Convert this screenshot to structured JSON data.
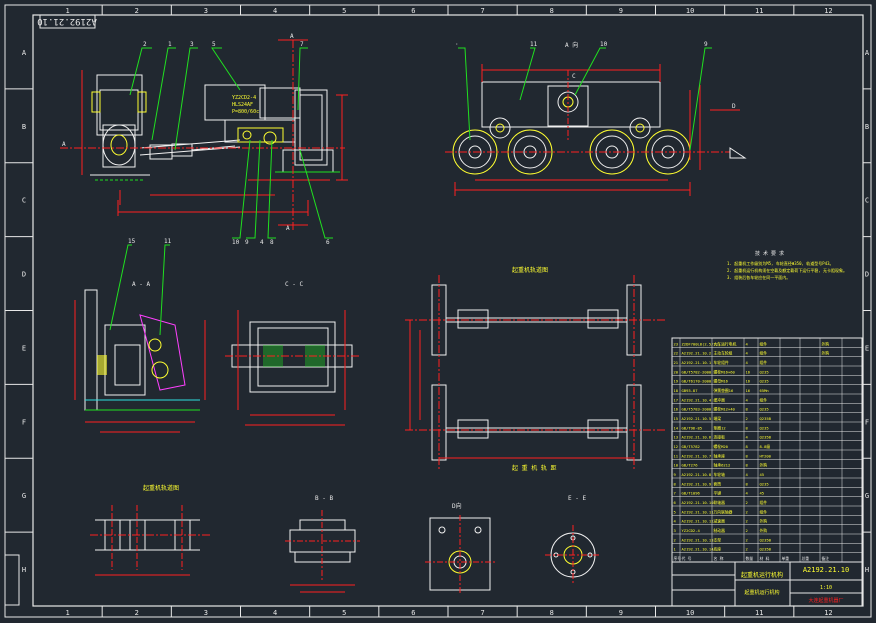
{
  "frame": {
    "columns": [
      "1",
      "2",
      "3",
      "4",
      "5",
      "6",
      "7",
      "8",
      "9",
      "10",
      "11",
      "12"
    ],
    "rows": [
      "A",
      "B",
      "C",
      "D",
      "E",
      "F",
      "G",
      "H"
    ]
  },
  "corner_code": "A2192.21.10",
  "colors": {
    "background": "#212830",
    "frame": "#e8e8e8",
    "geometry": "#f0f0f0",
    "dimension": "#ff2020",
    "leader": "#20e020",
    "accent": "#ffff30",
    "cyan": "#30e0e0",
    "magenta": "#ff40ff"
  },
  "views": {
    "front": {
      "leaders": [
        "2",
        "1",
        "3",
        "5",
        "10",
        "9",
        "4",
        "8",
        "6",
        "7"
      ],
      "section_mark": "A",
      "side_mark": "A",
      "tag_lines": [
        "YZ2CD2-4",
        "HLS24AF",
        "P=800/60c"
      ]
    },
    "top": {
      "label": "A 向",
      "leaders": [
        "11",
        "10",
        "9"
      ],
      "mark_c": "C",
      "mark_d": "D"
    },
    "section_aa": {
      "label": "A - A",
      "leaders": [
        "15",
        "11"
      ]
    },
    "section_cc": {
      "label": "C - C"
    },
    "plan": {
      "label": "起重机轨道图",
      "dim_label": "起 重 机 轨 距"
    },
    "detail1": {
      "label": "起重机轨道图"
    },
    "section_bb": {
      "label": "B - B"
    },
    "detail_d": {
      "label": "D向"
    },
    "section_ee": {
      "label": "E - E"
    }
  },
  "tech_requirements": {
    "title": "技 术 要 求",
    "lines": [
      "1. 起重机工作级别为M5, 车轮直径Φ350, 轨道型号P43。",
      "2. 起重机运行机构须在空载及额定载荷下运行平稳, 无卡阻现象。",
      "3. 组装后各车轮应在同一平面内。"
    ]
  },
  "bom": {
    "rows": [
      [
        "23",
        "Z2DF700L8(2.5/12)",
        "大车运行电机",
        "4",
        "组件",
        "",
        "",
        "外购"
      ],
      [
        "22",
        "A2192.21.10.2",
        "主动车轮组",
        "4",
        "组件",
        "",
        "",
        "外购"
      ],
      [
        "21",
        "A2192.21.10.1",
        "车轮组件",
        "4",
        "组件",
        "",
        "",
        ""
      ],
      [
        "20",
        "GB/T5782-2000",
        "螺栓M16×60",
        "16",
        "Q235",
        "",
        "",
        ""
      ],
      [
        "19",
        "GB/T6170-2000",
        "螺母M16",
        "16",
        "Q235",
        "",
        "",
        ""
      ],
      [
        "18",
        "GB93-87",
        "弹簧垫圈16",
        "16",
        "65Mn",
        "",
        "",
        ""
      ],
      [
        "17",
        "A2192.21.10.4",
        "缓冲器",
        "4",
        "组件",
        "",
        "",
        ""
      ],
      [
        "16",
        "GB/T5783-2000",
        "螺栓M12×40",
        "8",
        "Q235",
        "",
        "",
        ""
      ],
      [
        "15",
        "A2192.21.10.5",
        "端梁",
        "2",
        "Q235B",
        "",
        "",
        ""
      ],
      [
        "14",
        "GB/T96-85",
        "垫圈12",
        "8",
        "Q235",
        "",
        "",
        ""
      ],
      [
        "13",
        "A2192.21.10.6",
        "连接板",
        "4",
        "Q235B",
        "",
        "",
        ""
      ],
      [
        "12",
        "GB/T5782",
        "螺栓M20",
        "8",
        "8.8级",
        "",
        "",
        ""
      ],
      [
        "11",
        "A2192.21.10.7",
        "轴承座",
        "8",
        "HT200",
        "",
        "",
        ""
      ],
      [
        "10",
        "GB/T276",
        "轴承6212",
        "8",
        "外购",
        "",
        "",
        ""
      ],
      [
        "9",
        "A2192.21.10.8",
        "车轮轴",
        "4",
        "45",
        "",
        "",
        ""
      ],
      [
        "8",
        "A2192.21.10.9",
        "套筒",
        "8",
        "Q235",
        "",
        "",
        ""
      ],
      [
        "7",
        "GB/T1096",
        "平键",
        "4",
        "45",
        "",
        "",
        ""
      ],
      [
        "6",
        "A2192.21.10.10",
        "联轴器",
        "2",
        "组件",
        "",
        "",
        ""
      ],
      [
        "5",
        "A2192.21.10.11",
        "万向联轴器",
        "2",
        "组件",
        "",
        "",
        ""
      ],
      [
        "4",
        "A2192.21.10.12",
        "减速器",
        "2",
        "外购",
        "",
        "",
        ""
      ],
      [
        "3",
        "YZ2CD2-4",
        "制动器",
        "2",
        "外购",
        "",
        "",
        ""
      ],
      [
        "2",
        "A2192.21.10.13",
        "支架",
        "2",
        "Q235B",
        "",
        "",
        ""
      ],
      [
        "1",
        "A2192.21.10.14",
        "底座",
        "2",
        "Q235B",
        "",
        "",
        ""
      ]
    ],
    "header": [
      "序号",
      "代 号",
      "名 称",
      "数量",
      "材 料",
      "单重",
      "总重",
      "备注"
    ]
  },
  "title_block": {
    "drawing_no": "A2192.21.10",
    "name": "起重机运行机构",
    "sub": "起重机运行机构",
    "company": "大连起重机器厂",
    "scale": "1:10"
  }
}
